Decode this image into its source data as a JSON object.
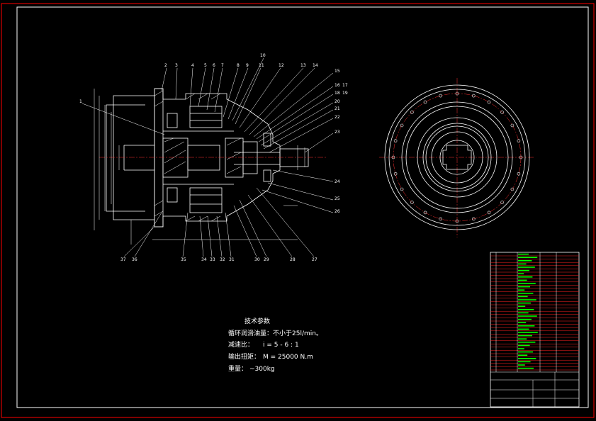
{
  "drawing": {
    "colors": {
      "background": "#000000",
      "frame_outer": "#ff0000",
      "frame_inner": "#ffffff",
      "lines": "#ffffff",
      "leader": "#ffffff",
      "hidden": "#ff2b2b",
      "center": "#ff3030",
      "dimension": "#ffffff",
      "table_text": "#00ff00",
      "title_block_lines": "#ffffff"
    },
    "part_numbers_top": [
      "2",
      "3",
      "4",
      "5",
      "6",
      "7",
      "8",
      "9",
      "10",
      "11",
      "12",
      "13",
      "14",
      "15",
      "16",
      "17",
      "18",
      "19",
      "20",
      "21",
      "22",
      "23"
    ],
    "part_number_1": "1",
    "part_numbers_right": [
      "24",
      "25",
      "26"
    ],
    "part_numbers_bottom": [
      "37",
      "36",
      "35",
      "34",
      "33",
      "32",
      "31",
      "30",
      "29",
      "28",
      "27"
    ],
    "technical_notes": {
      "title": "技术参数",
      "line1": "循环润滑油量：不小于25l/min。",
      "line2_label": "减速比：",
      "line2_value": "i = 5 - 6 : 1",
      "line3_label": "输出扭矩：",
      "line3_value": "M = 25000 N.m",
      "line4_label": "重量：",
      "line4_value": "~300kg"
    }
  }
}
